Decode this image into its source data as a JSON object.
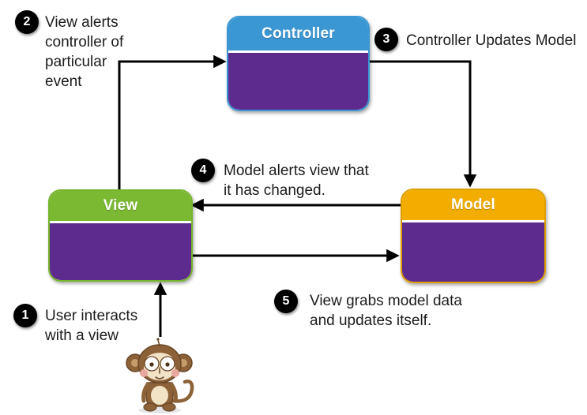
{
  "boxes": [
    {
      "id": "controller",
      "label": "Controller",
      "header_color": "#3b97d3",
      "body_color": "#5d2b8e",
      "border_color": "#3b97d3"
    },
    {
      "id": "view",
      "label": "View",
      "header_color": "#7cb933",
      "body_color": "#5d2b8e",
      "border_color": "#76b42c"
    },
    {
      "id": "model",
      "label": "Model",
      "header_color": "#f2ad00",
      "body_color": "#5d2b8e",
      "border_color": "#dd9e00"
    }
  ],
  "annotations": [
    {
      "number": "1",
      "lines": [
        "User interacts",
        "with a view"
      ]
    },
    {
      "number": "2",
      "lines": [
        "View alerts",
        "controller of",
        "particular",
        "event"
      ]
    },
    {
      "number": "3",
      "lines": [
        "Controller Updates Model"
      ]
    },
    {
      "number": "4",
      "lines": [
        "Model alerts view that",
        "it has changed."
      ]
    },
    {
      "number": "5",
      "lines": [
        "View grabs model data",
        "and updates itself."
      ]
    }
  ],
  "colors": {
    "arrow": "#000000",
    "badge_background": "#000000",
    "badge_text": "#ffffff",
    "separator": "#ffffff",
    "annotation_text": "#1c1c1c",
    "monkey_fur": "#8d6239",
    "monkey_face": "#f2e2c6",
    "monkey_outline": "#6a4726",
    "monkey_cheeks": "#e8a8a0"
  },
  "illustration": {
    "name": "monkey-mascot"
  }
}
